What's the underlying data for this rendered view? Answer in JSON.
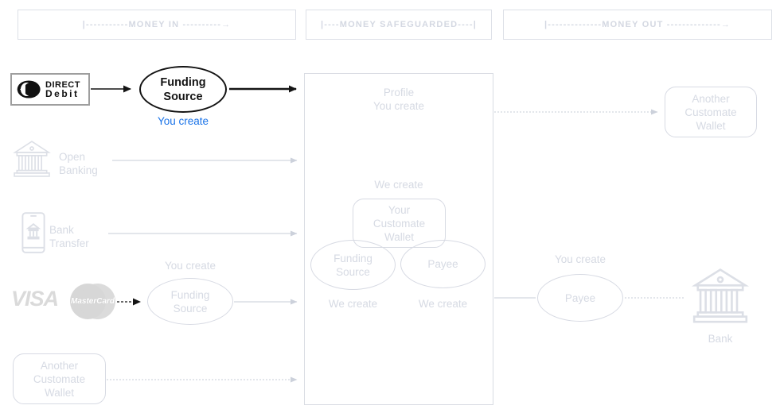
{
  "headers": {
    "money_in": "|-----------MONEY IN ----------→",
    "money_safeguarded": "|----MONEY SAFEGUARDED----|",
    "money_out": "|--------------MONEY OUT --------------→"
  },
  "colors": {
    "muted_line": "#d4d8e0",
    "muted_text": "#d6dae3",
    "active_black": "#141414",
    "accent_blue": "#1a73e8",
    "logo_gray": "#d7d7d7"
  },
  "nodes": {
    "direct_debit": {
      "line1": "DIRECT",
      "line2": "Debit"
    },
    "funding_source_active": {
      "line1": "Funding",
      "line2": "Source",
      "annotation": "You create"
    },
    "open_banking": {
      "line1": "Open",
      "line2": "Banking"
    },
    "bank_transfer": {
      "line1": "Bank",
      "line2": "Transfer"
    },
    "visa": {
      "label": "VISA"
    },
    "mastercard": {
      "label": "MasterCard"
    },
    "funding_source_card": {
      "line1": "Funding",
      "line2": "Source",
      "annotation": "You create"
    },
    "another_wallet_in": {
      "line1": "Another",
      "line2": "Customate",
      "line3": "Wallet"
    },
    "profile": {
      "line1": "Profile",
      "line2": "You create",
      "we_create": "We create"
    },
    "your_wallet": {
      "line1": "Your",
      "line2": "Customate",
      "line3": "Wallet"
    },
    "funding_source_inner": {
      "line1": "Funding",
      "line2": "Source",
      "annotation": "We create"
    },
    "payee_inner": {
      "label": "Payee",
      "annotation": "We create"
    },
    "another_wallet_out": {
      "line1": "Another",
      "line2": "Customate",
      "line3": "Wallet"
    },
    "payee_out": {
      "label": "Payee",
      "annotation": "You create"
    },
    "bank": {
      "label": "Bank"
    }
  }
}
